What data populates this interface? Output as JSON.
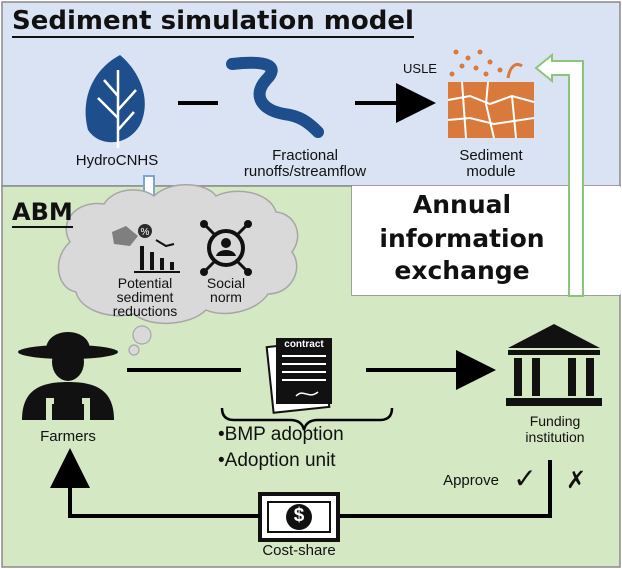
{
  "sediment_model": {
    "title": "Sediment simulation model",
    "hydro_label": "HydroCNHS",
    "runoff_label_line1": "Fractional",
    "runoff_label_line2": "runoffs/streamflow",
    "sediment_label_line1": "Sediment",
    "sediment_label_line2": "module",
    "usle_label": "USLE"
  },
  "exchange": {
    "line1": "Annual",
    "line2": "information",
    "line3": "exchange"
  },
  "abm": {
    "title": "ABM",
    "thought": {
      "potential_line1": "Potential",
      "potential_line2": "sediment",
      "potential_line3": "reductions",
      "social_line1": "Social",
      "social_line2": "norm"
    },
    "farmers_label": "Farmers",
    "contract_word": "contract",
    "bmp_items": [
      "•BMP adoption",
      "•Adoption unit"
    ],
    "funding_line1": "Funding",
    "funding_line2": "institution",
    "approve_label": "Approve",
    "approve_mark": "✓",
    "reject_mark": "✗",
    "cost_share_label": "Cost-share",
    "dollar_symbol": "$"
  },
  "colors": {
    "top_panel": "#dae3f3",
    "abm_panel": "#d5e8c4",
    "arrow_green": "#c6e0b4",
    "hydro_blue": "#1f4e8c",
    "sediment_orange": "#d97a3c"
  },
  "icons": [
    "leaf-icon",
    "river-icon",
    "soil-icon",
    "chart-icon",
    "network-icon",
    "farmer-icon",
    "contract-icon",
    "bank-icon",
    "dollar-icon"
  ]
}
